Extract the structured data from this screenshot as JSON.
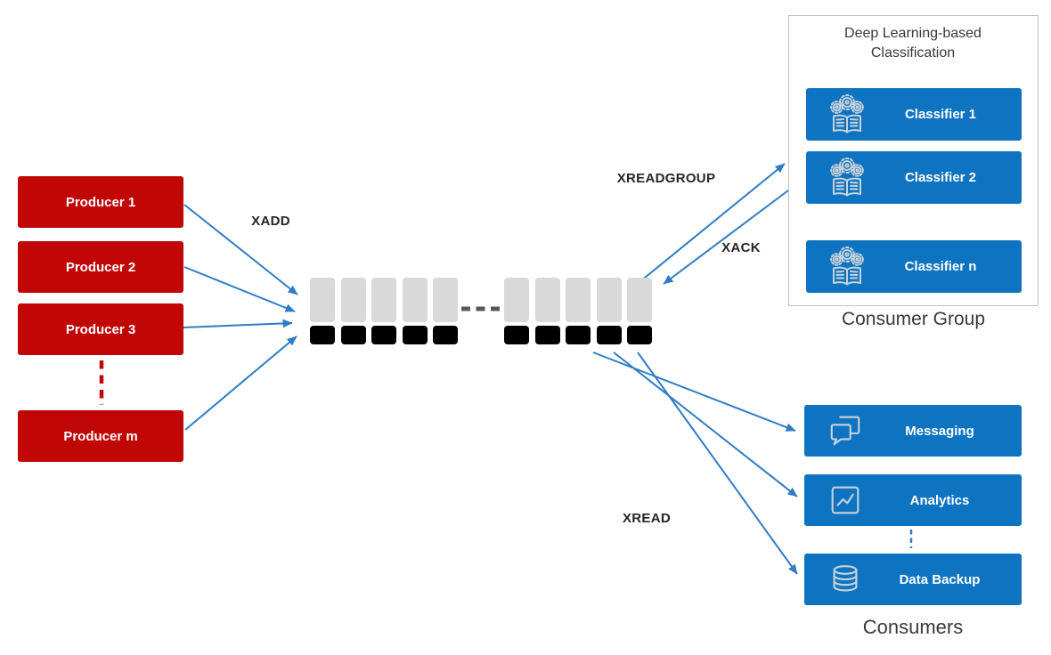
{
  "labels": {
    "xadd": "XADD",
    "xreadgroup": "XREADGROUP",
    "xack": "XACK",
    "xread": "XREAD"
  },
  "producers": {
    "items": [
      {
        "label": "Producer 1"
      },
      {
        "label": "Producer 2"
      },
      {
        "label": "Producer 3"
      },
      {
        "label": "Producer m"
      }
    ],
    "ellipsis_between": [
      "Producer 3",
      "Producer m"
    ]
  },
  "stream": {
    "segment_count": 2,
    "entries_per_segment": 5,
    "gap_style": "dashed"
  },
  "consumer_group": {
    "title": "Deep Learning-based Classification",
    "caption": "Consumer Group",
    "items": [
      {
        "label": "Classifier 1",
        "icon": "machine-learning-icon"
      },
      {
        "label": "Classifier 2",
        "icon": "machine-learning-icon"
      },
      {
        "label": "Classifier n",
        "icon": "machine-learning-icon"
      }
    ],
    "ellipsis_between": [
      "Classifier 2",
      "Classifier n"
    ]
  },
  "consumers": {
    "caption": "Consumers",
    "items": [
      {
        "label": "Messaging",
        "icon": "chat-bubbles-icon"
      },
      {
        "label": "Analytics",
        "icon": "line-chart-icon"
      },
      {
        "label": "Data Backup",
        "icon": "database-icon"
      }
    ],
    "ellipsis_between": [
      "Analytics",
      "Data Backup"
    ]
  },
  "colors": {
    "producer_red": "#C10606",
    "box_blue": "#0E74C1",
    "arrow_blue": "#2F7CC4",
    "cell_gray": "#D9D9D9",
    "cell_black": "#000000",
    "gap_dash_gray": "#595959",
    "group_border_gray": "#BFBFBF",
    "command_label_dark": "#262626",
    "caption_gray": "#3A3A3A"
  }
}
